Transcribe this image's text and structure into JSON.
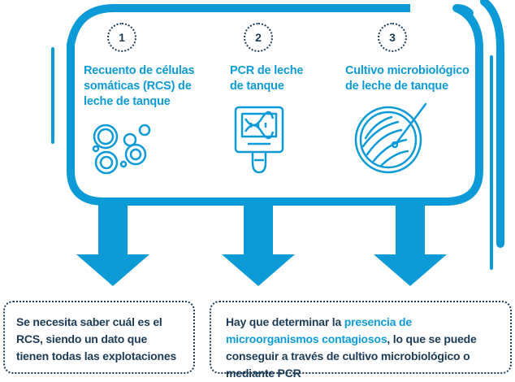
{
  "colors": {
    "accent": "#0d9bd8",
    "text": "#1c3b57",
    "background": "#ffffff"
  },
  "steps": [
    {
      "number": "1",
      "title": "Recuento de células\nsomáticas (RCS) de\nleche de tanque",
      "icon": "somatic-cells-icon"
    },
    {
      "number": "2",
      "title": "PCR de leche\nde tanque",
      "icon": "pcr-machine-icon"
    },
    {
      "number": "3",
      "title": "Cultivo microbiológico\nde leche de tanque",
      "icon": "petri-dish-icon"
    }
  ],
  "notes": {
    "left": {
      "text": "Se necesita saber cuál es el RCS, siendo un dato que tienen todas las explotaciones"
    },
    "right": {
      "before": "Hay que determinar la ",
      "highlight": "presencia de microorganismos contagiosos",
      "after": ", lo que se puede conseguir a través de cultivo microbiológico o mediante PCR"
    }
  }
}
